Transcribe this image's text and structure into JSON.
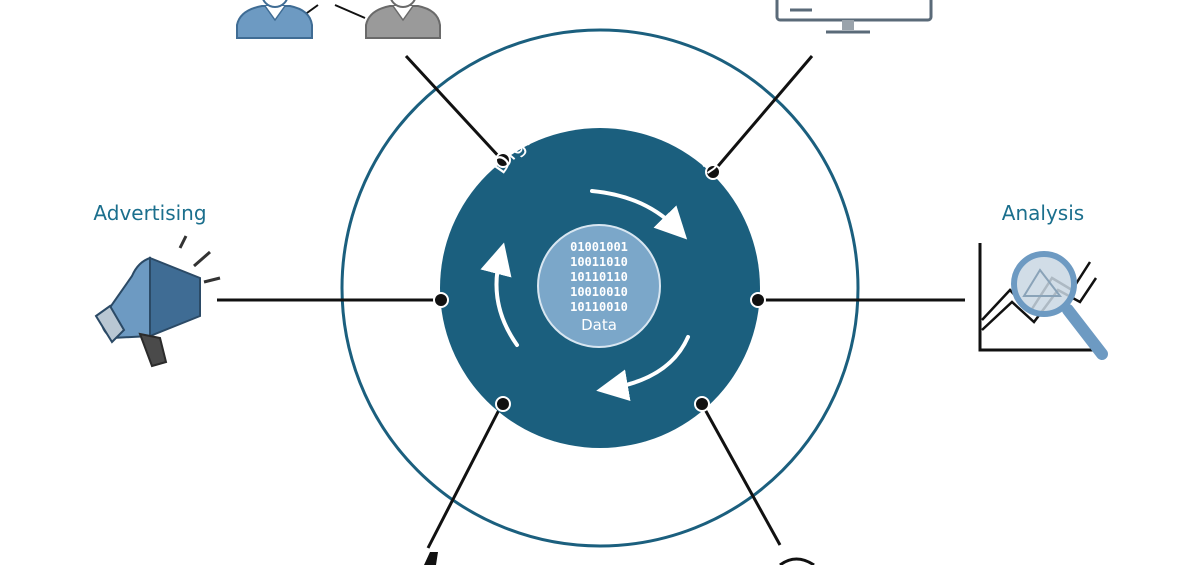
{
  "diagram": {
    "center_title": "Digital Transformation",
    "core_label": "Data",
    "binary_lines": [
      "01001001",
      "10011010",
      "10110110",
      "10010010",
      "10110010"
    ],
    "nodes": {
      "left_label": "Advertising",
      "right_label": "Analysis"
    },
    "icons": {
      "top_left": "people-icon",
      "top_right": "monitor-icon",
      "left": "megaphone-icon",
      "right": "magnifier-chart-icon"
    }
  },
  "colors": {
    "primary": "#1b5f7e",
    "ring": "#1b5f7e",
    "core": "#7ba7c9",
    "label": "#1b6f8d",
    "icon_blue": "#4f7fa6",
    "icon_gray": "#8a8a8a"
  }
}
